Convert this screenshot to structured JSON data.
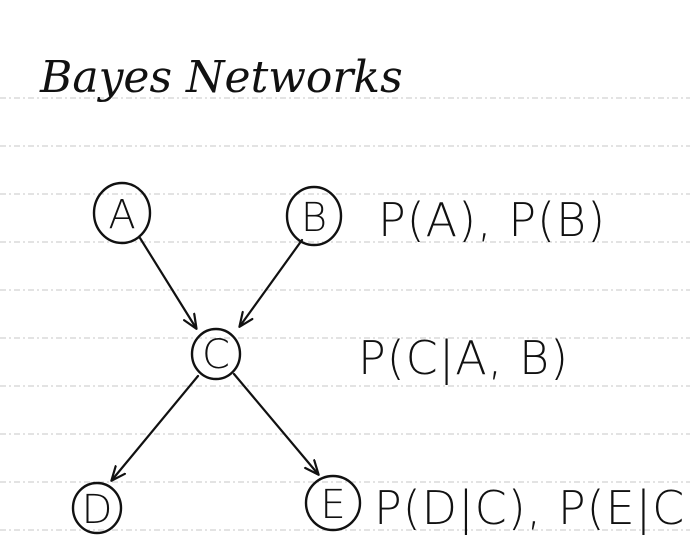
{
  "title": "Bayes Networks",
  "nodes": [
    {
      "id": "A",
      "label": "A"
    },
    {
      "id": "B",
      "label": "B"
    },
    {
      "id": "C",
      "label": "C"
    },
    {
      "id": "D",
      "label": "D"
    },
    {
      "id": "E",
      "label": "E"
    }
  ],
  "edges": [
    {
      "from": "A",
      "to": "C"
    },
    {
      "from": "B",
      "to": "C"
    },
    {
      "from": "C",
      "to": "D"
    },
    {
      "from": "C",
      "to": "E"
    }
  ],
  "annotations": {
    "root_priors": "P(A), P(B)",
    "c_conditional": "P(C|A, B)",
    "leaf_conditionals": "P(D|C), P(E|C)"
  }
}
